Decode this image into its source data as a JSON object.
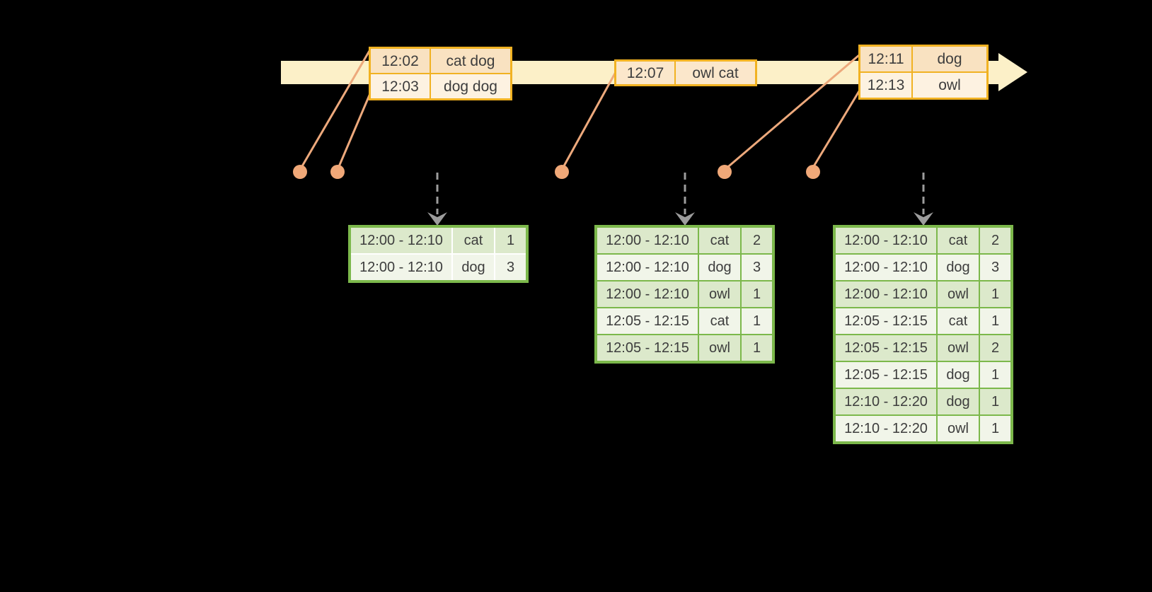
{
  "diagram_title": "windowed-word-count-timeline",
  "colors": {
    "background": "#000000",
    "timeline_band": "#fcf0c8",
    "event_border": "#f1b222",
    "event_fill_dark": "#f9e2c1",
    "event_fill_light": "#fdf2e1",
    "event_fill_mid": "#fbe7cb",
    "leader_line": "#eda97c",
    "event_dot": "#f0a878",
    "trigger_arrow": "#9d9d9d",
    "result_border": "#7cb84b",
    "result_fill_green": "#dce9cb",
    "result_fill_white": "#f1f5e9",
    "text": "#3d3d3d"
  },
  "icons": {
    "timeline_arrow": "block-arrow-right",
    "trigger_arrow": "dashed-arrow-down",
    "event_dot": "filled-circle"
  },
  "timeline": {
    "events": [
      {
        "time": "12:02",
        "words": "cat dog"
      },
      {
        "time": "12:03",
        "words": "dog dog"
      },
      {
        "time": "12:07",
        "words": "owl cat"
      },
      {
        "time": "12:11",
        "words": "dog"
      },
      {
        "time": "12:13",
        "words": "owl"
      }
    ]
  },
  "result_tables": [
    {
      "rows": [
        {
          "window": "12:00 - 12:10",
          "word": "cat",
          "count": "1"
        },
        {
          "window": "12:00 - 12:10",
          "word": "dog",
          "count": "3"
        }
      ]
    },
    {
      "rows": [
        {
          "window": "12:00 - 12:10",
          "word": "cat",
          "count": "2"
        },
        {
          "window": "12:00 - 12:10",
          "word": "dog",
          "count": "3"
        },
        {
          "window": "12:00 - 12:10",
          "word": "owl",
          "count": "1"
        },
        {
          "window": "12:05 - 12:15",
          "word": "cat",
          "count": "1"
        },
        {
          "window": "12:05 - 12:15",
          "word": "owl",
          "count": "1"
        }
      ]
    },
    {
      "rows": [
        {
          "window": "12:00 - 12:10",
          "word": "cat",
          "count": "2"
        },
        {
          "window": "12:00 - 12:10",
          "word": "dog",
          "count": "3"
        },
        {
          "window": "12:00 - 12:10",
          "word": "owl",
          "count": "1"
        },
        {
          "window": "12:05 - 12:15",
          "word": "cat",
          "count": "1"
        },
        {
          "window": "12:05 - 12:15",
          "word": "owl",
          "count": "2"
        },
        {
          "window": "12:05 - 12:15",
          "word": "dog",
          "count": "1"
        },
        {
          "window": "12:10 - 12:20",
          "word": "dog",
          "count": "1"
        },
        {
          "window": "12:10 - 12:20",
          "word": "owl",
          "count": "1"
        }
      ]
    }
  ]
}
